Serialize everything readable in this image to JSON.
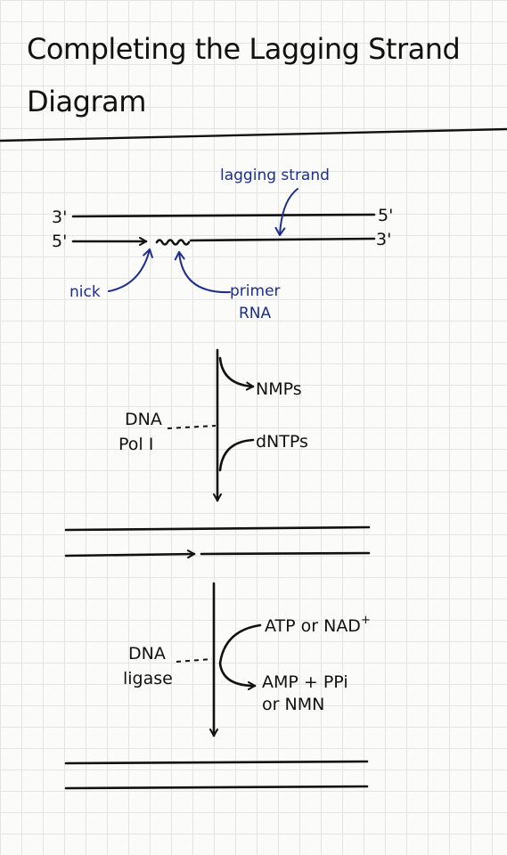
{
  "title": {
    "line1": "Completing the Lagging Strand",
    "line2": "Diagram"
  },
  "top_diagram": {
    "label_3prime_top_left": "3'",
    "label_5prime_top_right": "5'",
    "label_5prime_bottom_left": "5'",
    "label_3prime_bottom_right": "3'",
    "lagging_strand_label": "lagging strand",
    "nick_label": "nick",
    "primer_label_line1": "primer",
    "primer_label_line2": "RNA"
  },
  "step1": {
    "enzyme_line1": "DNA",
    "enzyme_line2": "Pol I",
    "product_out": "NMPs",
    "substrate_in": "dNTPs"
  },
  "step2": {
    "enzyme_line1": "DNA",
    "enzyme_line2": "ligase",
    "substrate_in": "ATP or NAD",
    "substrate_superscript": "+",
    "product_line1": "AMP + PPi",
    "product_line2": "or NMN"
  }
}
